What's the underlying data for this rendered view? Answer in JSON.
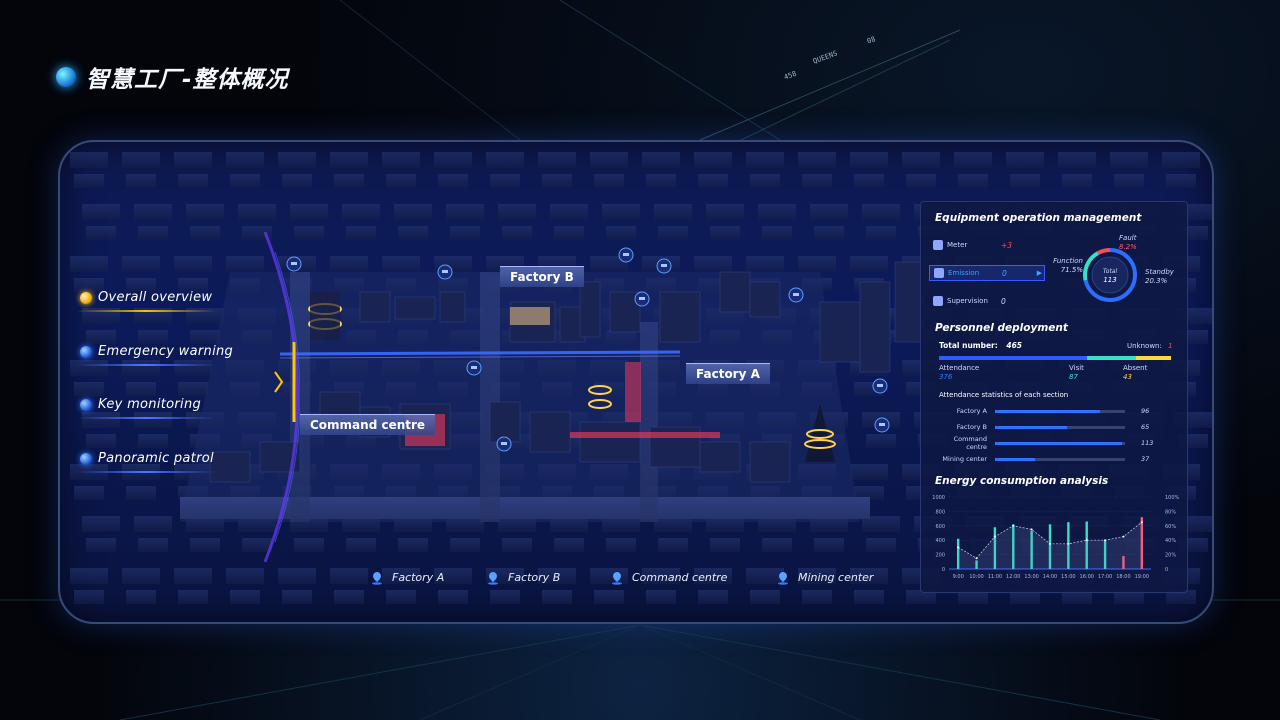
{
  "page": {
    "title": "智慧工厂-整体概况"
  },
  "hud": {
    "street": "QUEENS",
    "num1": "458",
    "num2": "08"
  },
  "nav": {
    "items": [
      {
        "label": "Overall overview",
        "active": true
      },
      {
        "label": "Emergency warning",
        "active": false
      },
      {
        "label": "Key monitoring",
        "active": false
      },
      {
        "label": "Panoramic patrol",
        "active": false
      }
    ]
  },
  "map": {
    "labels": {
      "factory_a": "Factory A",
      "factory_b": "Factory B",
      "command": "Command centre"
    },
    "legend": [
      "Factory A",
      "Factory B",
      "Command centre",
      "Mining center"
    ]
  },
  "panel": {
    "equipment": {
      "title": "Equipment operation management",
      "rows": [
        {
          "name": "Meter",
          "value": "+3",
          "color": "#ff4a4a"
        },
        {
          "name": "Emission",
          "value": "0",
          "color": "#3fa0ff"
        },
        {
          "name": "Supervision",
          "value": "0",
          "color": "#ffffff"
        }
      ],
      "donut": {
        "center_label": "Total",
        "center_value": "113",
        "fault_label": "Fault",
        "fault_value": "8.2%",
        "function_label": "Function",
        "function_value": "71.5%",
        "standby_label": "Standby",
        "standby_value": "20.3%",
        "fault_fraction": 0.082,
        "function_fraction": 0.715,
        "standby_fraction": 0.203
      }
    },
    "personnel": {
      "title": "Personnel deployment",
      "total_label": "Total number:",
      "total_value": "465",
      "unknown_label": "Unknown:",
      "unknown_value": "1",
      "attendance_label": "Attendance",
      "attendance_value": "376",
      "visit_label": "Visit",
      "visit_value": "87",
      "absent_label": "Absent",
      "absent_value": "43",
      "section_title": "Attendance statistics of each section",
      "sections": [
        {
          "name": "Factory A",
          "value": "96",
          "fraction": 0.81
        },
        {
          "name": "Factory B",
          "value": "65",
          "fraction": 0.55
        },
        {
          "name": "Command centre",
          "value": "113",
          "fraction": 0.98
        },
        {
          "name": "Mining center",
          "value": "37",
          "fraction": 0.31
        }
      ]
    },
    "energy": {
      "title": "Energy consumption analysis"
    }
  },
  "chart_data": {
    "type": "bar",
    "title": "Energy consumption analysis",
    "categories": [
      "9:00",
      "10:00",
      "11:00",
      "12:00",
      "13:00",
      "14:00",
      "15:00",
      "16:00",
      "17:00",
      "18:00",
      "19:00"
    ],
    "y_ticks_left": [
      "0",
      "200",
      "400",
      "600",
      "800",
      "1000"
    ],
    "y_ticks_right": [
      "0",
      "20%",
      "40%",
      "60%",
      "80%",
      "100%"
    ],
    "ylim": [
      0,
      1000
    ],
    "series": [
      {
        "values": [
          420,
          120,
          580,
          620,
          530,
          620,
          650,
          660,
          400,
          180,
          720
        ]
      }
    ],
    "line_values": [
      30,
      15,
      45,
      60,
      55,
      35,
      35,
      40,
      40,
      45,
      65
    ]
  }
}
